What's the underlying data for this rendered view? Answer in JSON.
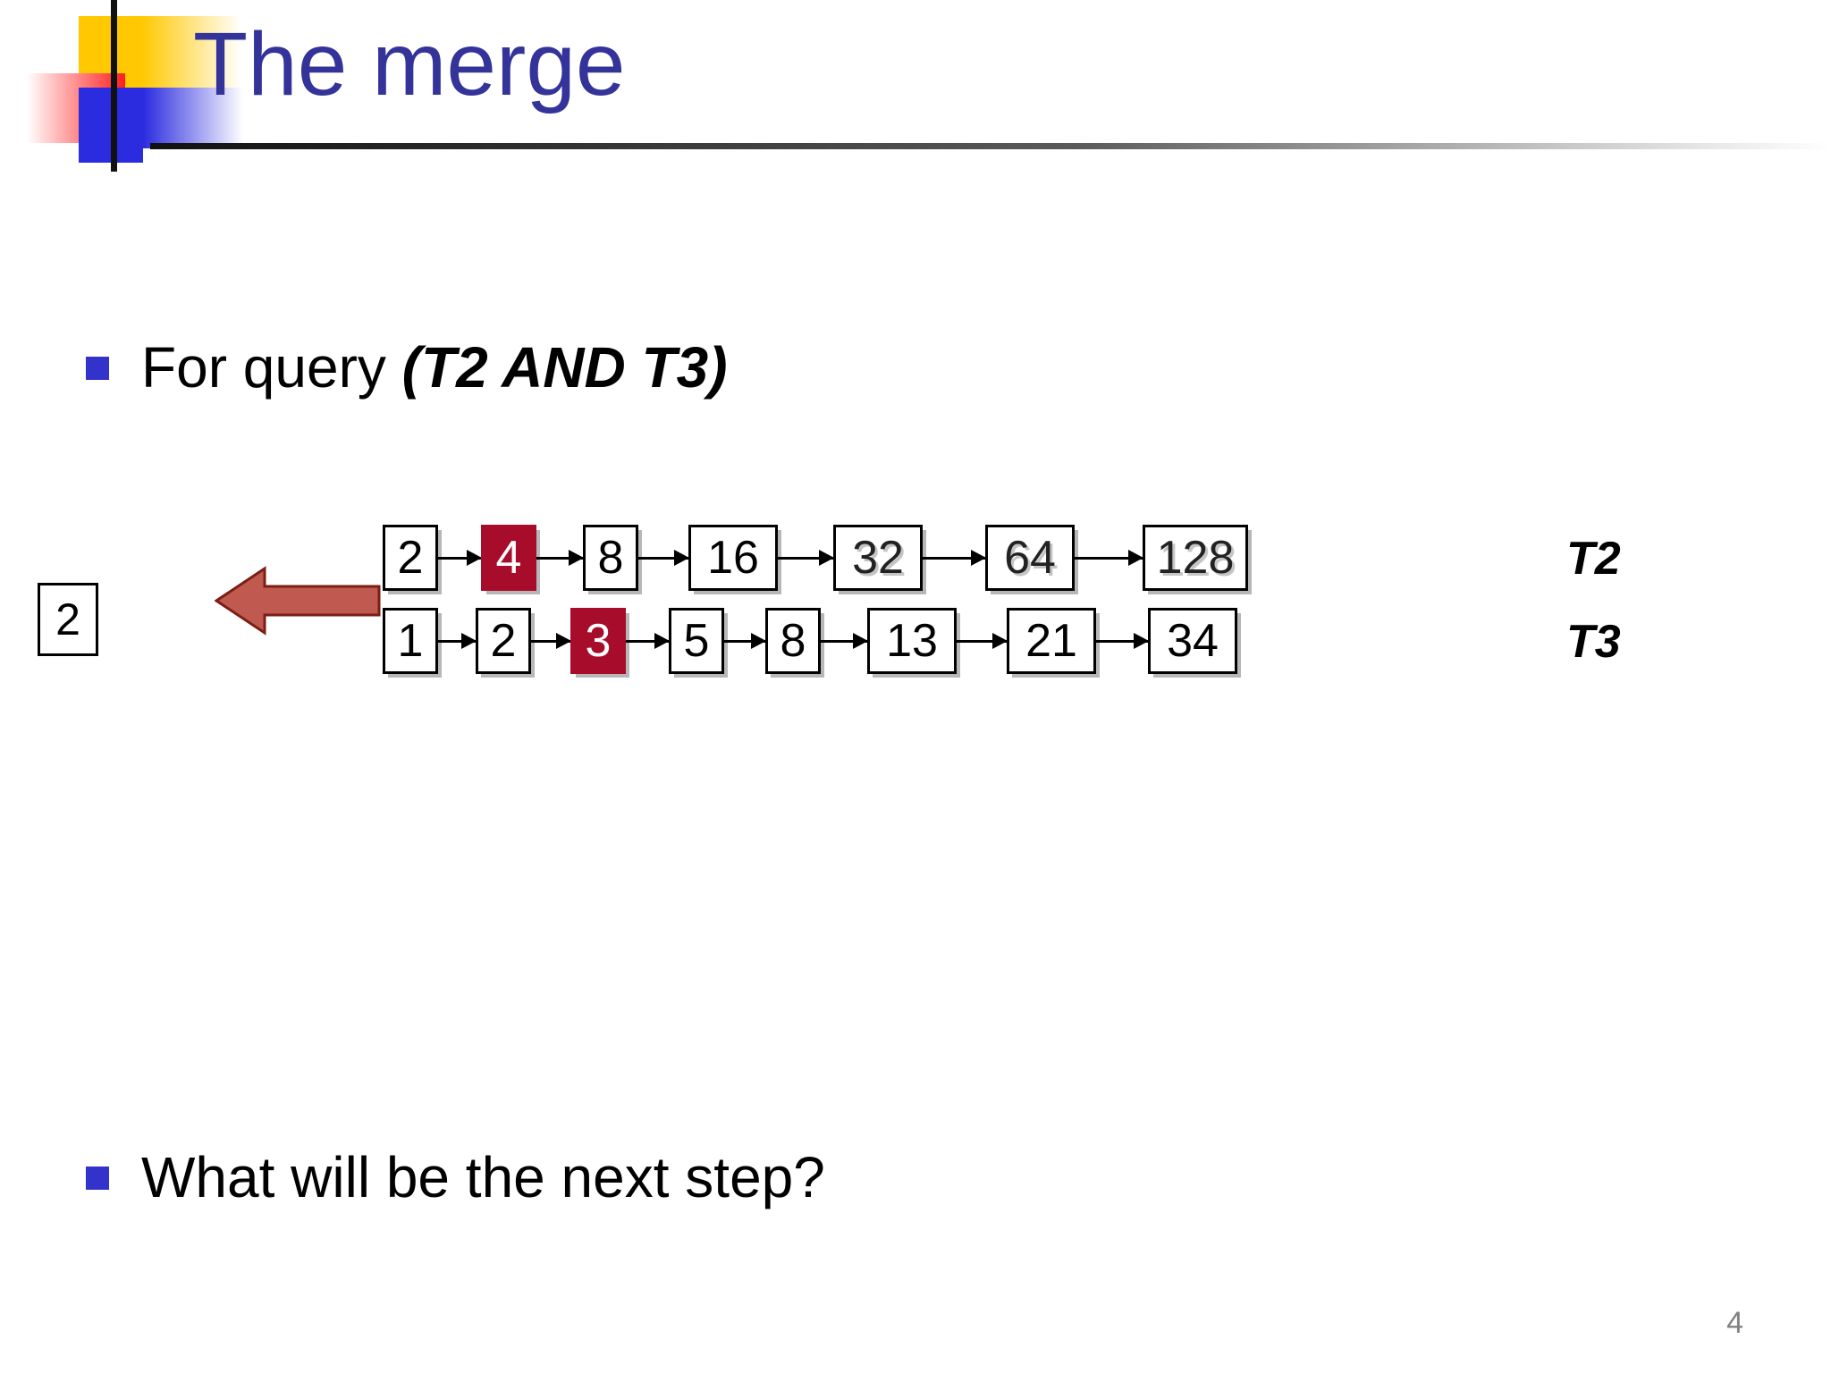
{
  "slide": {
    "title": "The merge",
    "page_number": "4",
    "accent_colors": {
      "title_blue": "#333399",
      "bullet_blue": "#3333CC",
      "highlight_red": "#A70D2A",
      "arrow_fill": "#C0594F",
      "arrow_stroke": "#7B1E14",
      "deco_yellow": "#FFC800",
      "deco_red": "#FF1E1E",
      "deco_blue": "#2B2BE0",
      "page_num_gray": "#808080"
    }
  },
  "bullets": [
    {
      "text_plain": "For query ",
      "text_emphasis": "(T2 AND T3)"
    },
    {
      "text_plain": "What will be the next step?",
      "text_emphasis": ""
    }
  ],
  "diagram": {
    "result_box": {
      "value": "2"
    },
    "merge_arrow": {
      "direction": "left",
      "label": "merge-result-arrow"
    },
    "rows": [
      {
        "label": "T2",
        "nodes": [
          {
            "value": "2",
            "highlight": false,
            "ghost": false
          },
          {
            "value": "4",
            "highlight": true,
            "ghost": false
          },
          {
            "value": "8",
            "highlight": false,
            "ghost": false
          },
          {
            "value": "16",
            "highlight": false,
            "ghost": false
          },
          {
            "value": "32",
            "highlight": false,
            "ghost": true
          },
          {
            "value": "64",
            "highlight": false,
            "ghost": true
          },
          {
            "value": "128",
            "highlight": false,
            "ghost": true
          }
        ]
      },
      {
        "label": "T3",
        "nodes": [
          {
            "value": "1",
            "highlight": false,
            "ghost": false
          },
          {
            "value": "2",
            "highlight": false,
            "ghost": false
          },
          {
            "value": "3",
            "highlight": true,
            "ghost": false
          },
          {
            "value": "5",
            "highlight": false,
            "ghost": false
          },
          {
            "value": "8",
            "highlight": false,
            "ghost": false
          },
          {
            "value": "13",
            "highlight": false,
            "ghost": false
          },
          {
            "value": "21",
            "highlight": false,
            "ghost": false
          },
          {
            "value": "34",
            "highlight": false,
            "ghost": false
          }
        ]
      }
    ]
  }
}
